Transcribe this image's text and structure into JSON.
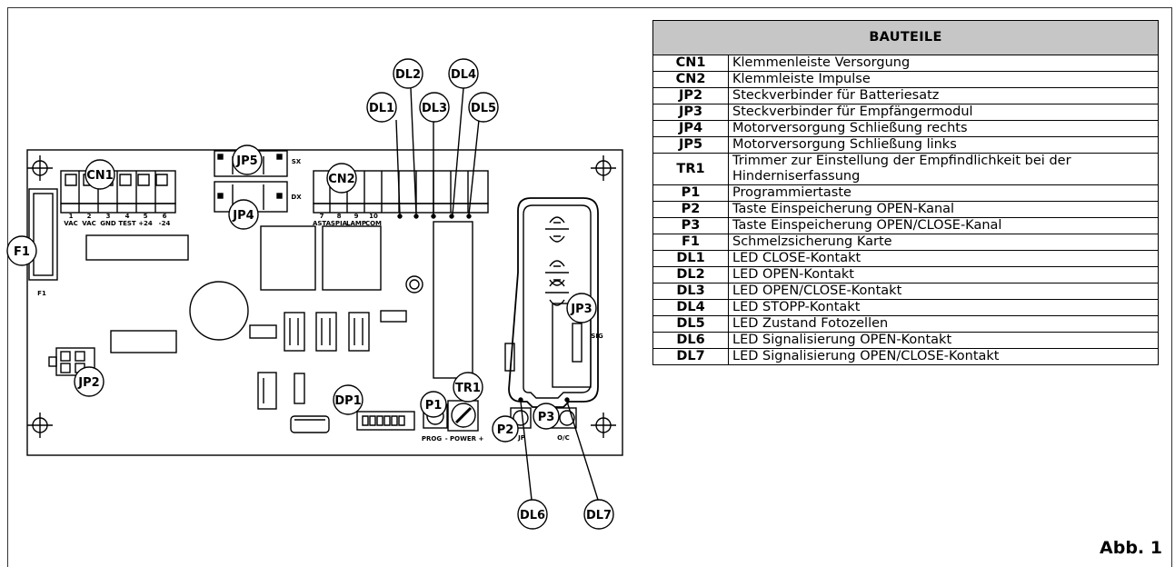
{
  "table": {
    "header": "BAUTEILE",
    "rows": [
      {
        "code": "CN1",
        "desc": "Klemmenleiste Versorgung"
      },
      {
        "code": "CN2",
        "desc": "Klemmleiste Impulse"
      },
      {
        "code": "JP2",
        "desc": "Steckverbinder für Batteriesatz"
      },
      {
        "code": "JP3",
        "desc": "Steckverbinder für Empfängermodul"
      },
      {
        "code": "JP4",
        "desc": "Motorversorgung Schließung rechts"
      },
      {
        "code": "JP5",
        "desc": "Motorversorgung Schließung links"
      },
      {
        "code": "TR1",
        "desc": "Trimmer zur Einstellung der Empfindlichkeit bei der Hinderniserfassung"
      },
      {
        "code": "P1",
        "desc": "Programmiertaste"
      },
      {
        "code": "P2",
        "desc": "Taste Einspeicherung OPEN-Kanal"
      },
      {
        "code": "P3",
        "desc": "Taste Einspeicherung OPEN/CLOSE-Kanal"
      },
      {
        "code": "F1",
        "desc": "Schmelzsicherung Karte"
      },
      {
        "code": "DL1",
        "desc": "LED CLOSE-Kontakt"
      },
      {
        "code": "DL2",
        "desc": "LED OPEN-Kontakt"
      },
      {
        "code": "DL3",
        "desc": "LED OPEN/CLOSE-Kontakt"
      },
      {
        "code": "DL4",
        "desc": "LED STOPP-Kontakt"
      },
      {
        "code": "DL5",
        "desc": "LED Zustand Fotozellen"
      },
      {
        "code": "DL6",
        "desc": "LED Signalisierung OPEN-Kontakt"
      },
      {
        "code": "DL7",
        "desc": "LED Signalisierung OPEN/CLOSE-Kontakt"
      }
    ]
  },
  "caption": "Abb. 1",
  "board": {
    "callouts": {
      "cn1": "CN1",
      "cn2": "CN2",
      "jp5": "JP5",
      "jp4": "JP4",
      "jp2": "JP2",
      "jp3": "JP3",
      "f1": "F1",
      "dp1": "DP1",
      "p1": "P1",
      "p2": "P2",
      "p3": "P3",
      "tr1": "TR1",
      "dl1": "DL1",
      "dl2": "DL2",
      "dl3": "DL3",
      "dl4": "DL4",
      "dl5": "DL5",
      "dl6": "DL6",
      "dl7": "DL7"
    },
    "cn1_nums": [
      "1",
      "2",
      "3",
      "4",
      "5",
      "6"
    ],
    "cn1_labels": [
      "VAC",
      "VAC",
      "GND",
      "TEST",
      "+24",
      "-24"
    ],
    "cn2_nums": [
      "7",
      "8",
      "9",
      "10"
    ],
    "cn2_labels": [
      "ASTA",
      "SPIA",
      "LAMP",
      "COM"
    ],
    "sx": "SX",
    "dx": "DX",
    "f1_small": "F1",
    "prog": "PROG",
    "power": "- POWER +",
    "jp_small": "JP",
    "oc_small": "O/C",
    "sig": "SIG"
  }
}
